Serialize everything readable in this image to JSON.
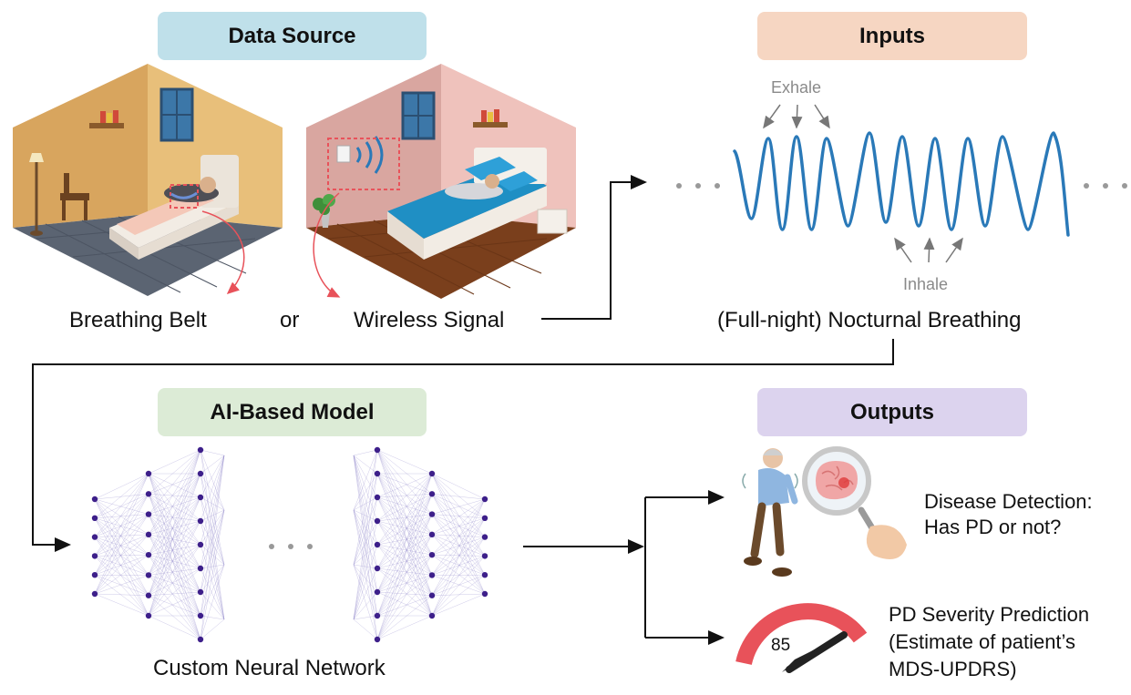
{
  "sections": {
    "data_source": {
      "title": "Data Source",
      "fill": "#bfe0ea"
    },
    "inputs": {
      "title": "Inputs",
      "fill": "#f6d6c2"
    },
    "model": {
      "title": "AI-Based Model",
      "fill": "#dcebd6"
    },
    "outputs": {
      "title": "Outputs",
      "fill": "#dcd3ee"
    }
  },
  "data_source": {
    "belt_label": "Breathing Belt",
    "or_label": "or",
    "wireless_label": "Wireless Signal"
  },
  "inputs": {
    "exhale_label": "Exhale",
    "inhale_label": "Inhale",
    "caption": "(Full-night) Nocturnal Breathing",
    "wave_color": "#2a79b8"
  },
  "model": {
    "caption": "Custom Neural Network",
    "node_color": "#3d1f8a"
  },
  "outputs": {
    "detection_line1": "Disease Detection:",
    "detection_line2": "Has PD or not?",
    "severity_line1": "PD Severity Prediction",
    "severity_line2": "(Estimate of patient’s",
    "severity_line3": "MDS-UPDRS)",
    "gauge_value": "85",
    "gauge_color": "#e8525a"
  }
}
